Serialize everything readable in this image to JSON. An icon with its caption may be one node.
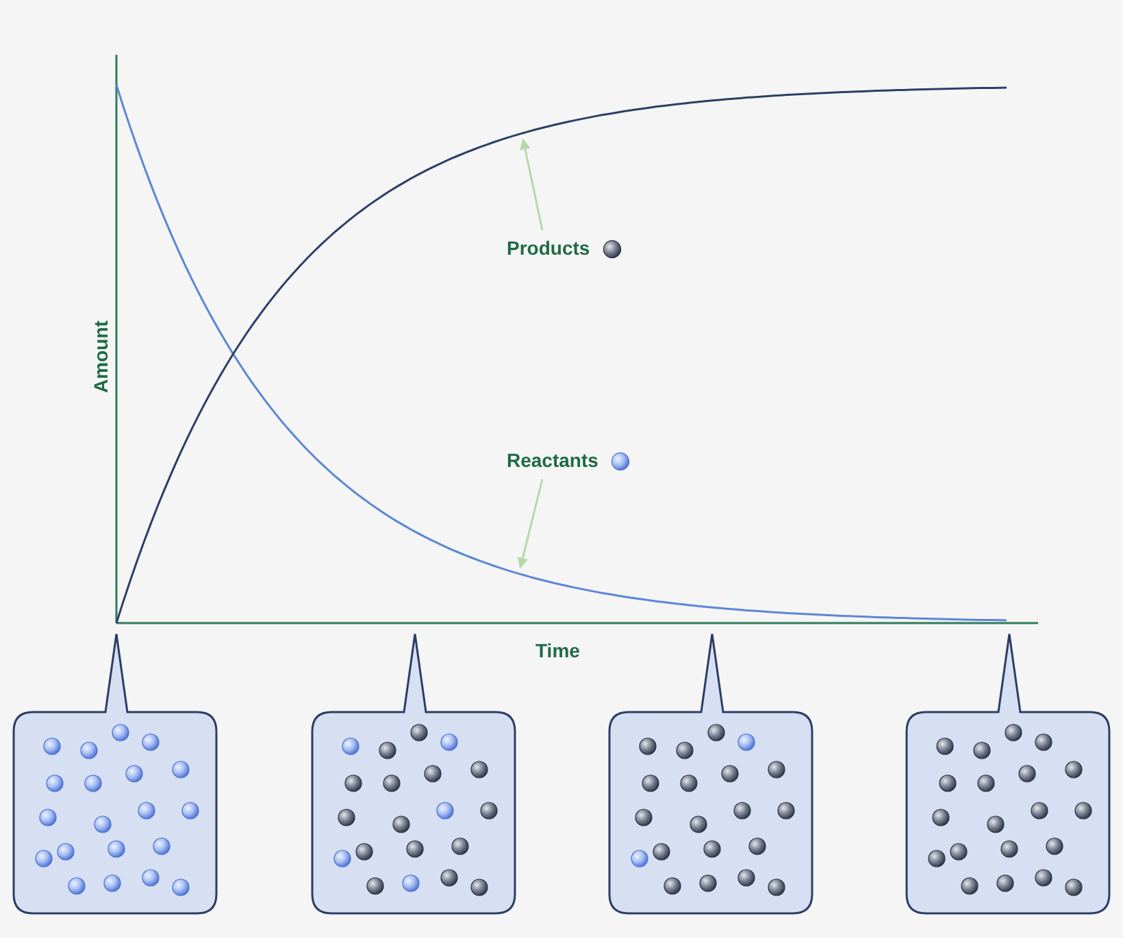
{
  "diagram": {
    "nodes": [
      {
        "text": [
          "Products"
        ]
      },
      {
        "text": [
          "Reactants"
        ]
      },
      {
        "text": [],
        "shape": "box"
      },
      {
        "text": [],
        "shape": "box"
      },
      {
        "text": [],
        "shape": "box"
      },
      {
        "text": [],
        "shape": "box"
      }
    ],
    "edges": [
      {
        "from": 0,
        "to": null,
        "arrow": "to"
      },
      {
        "from": 1,
        "to": null,
        "arrow": "to"
      }
    ],
    "labels": [
      "Amount",
      "Time"
    ]
  }
}
